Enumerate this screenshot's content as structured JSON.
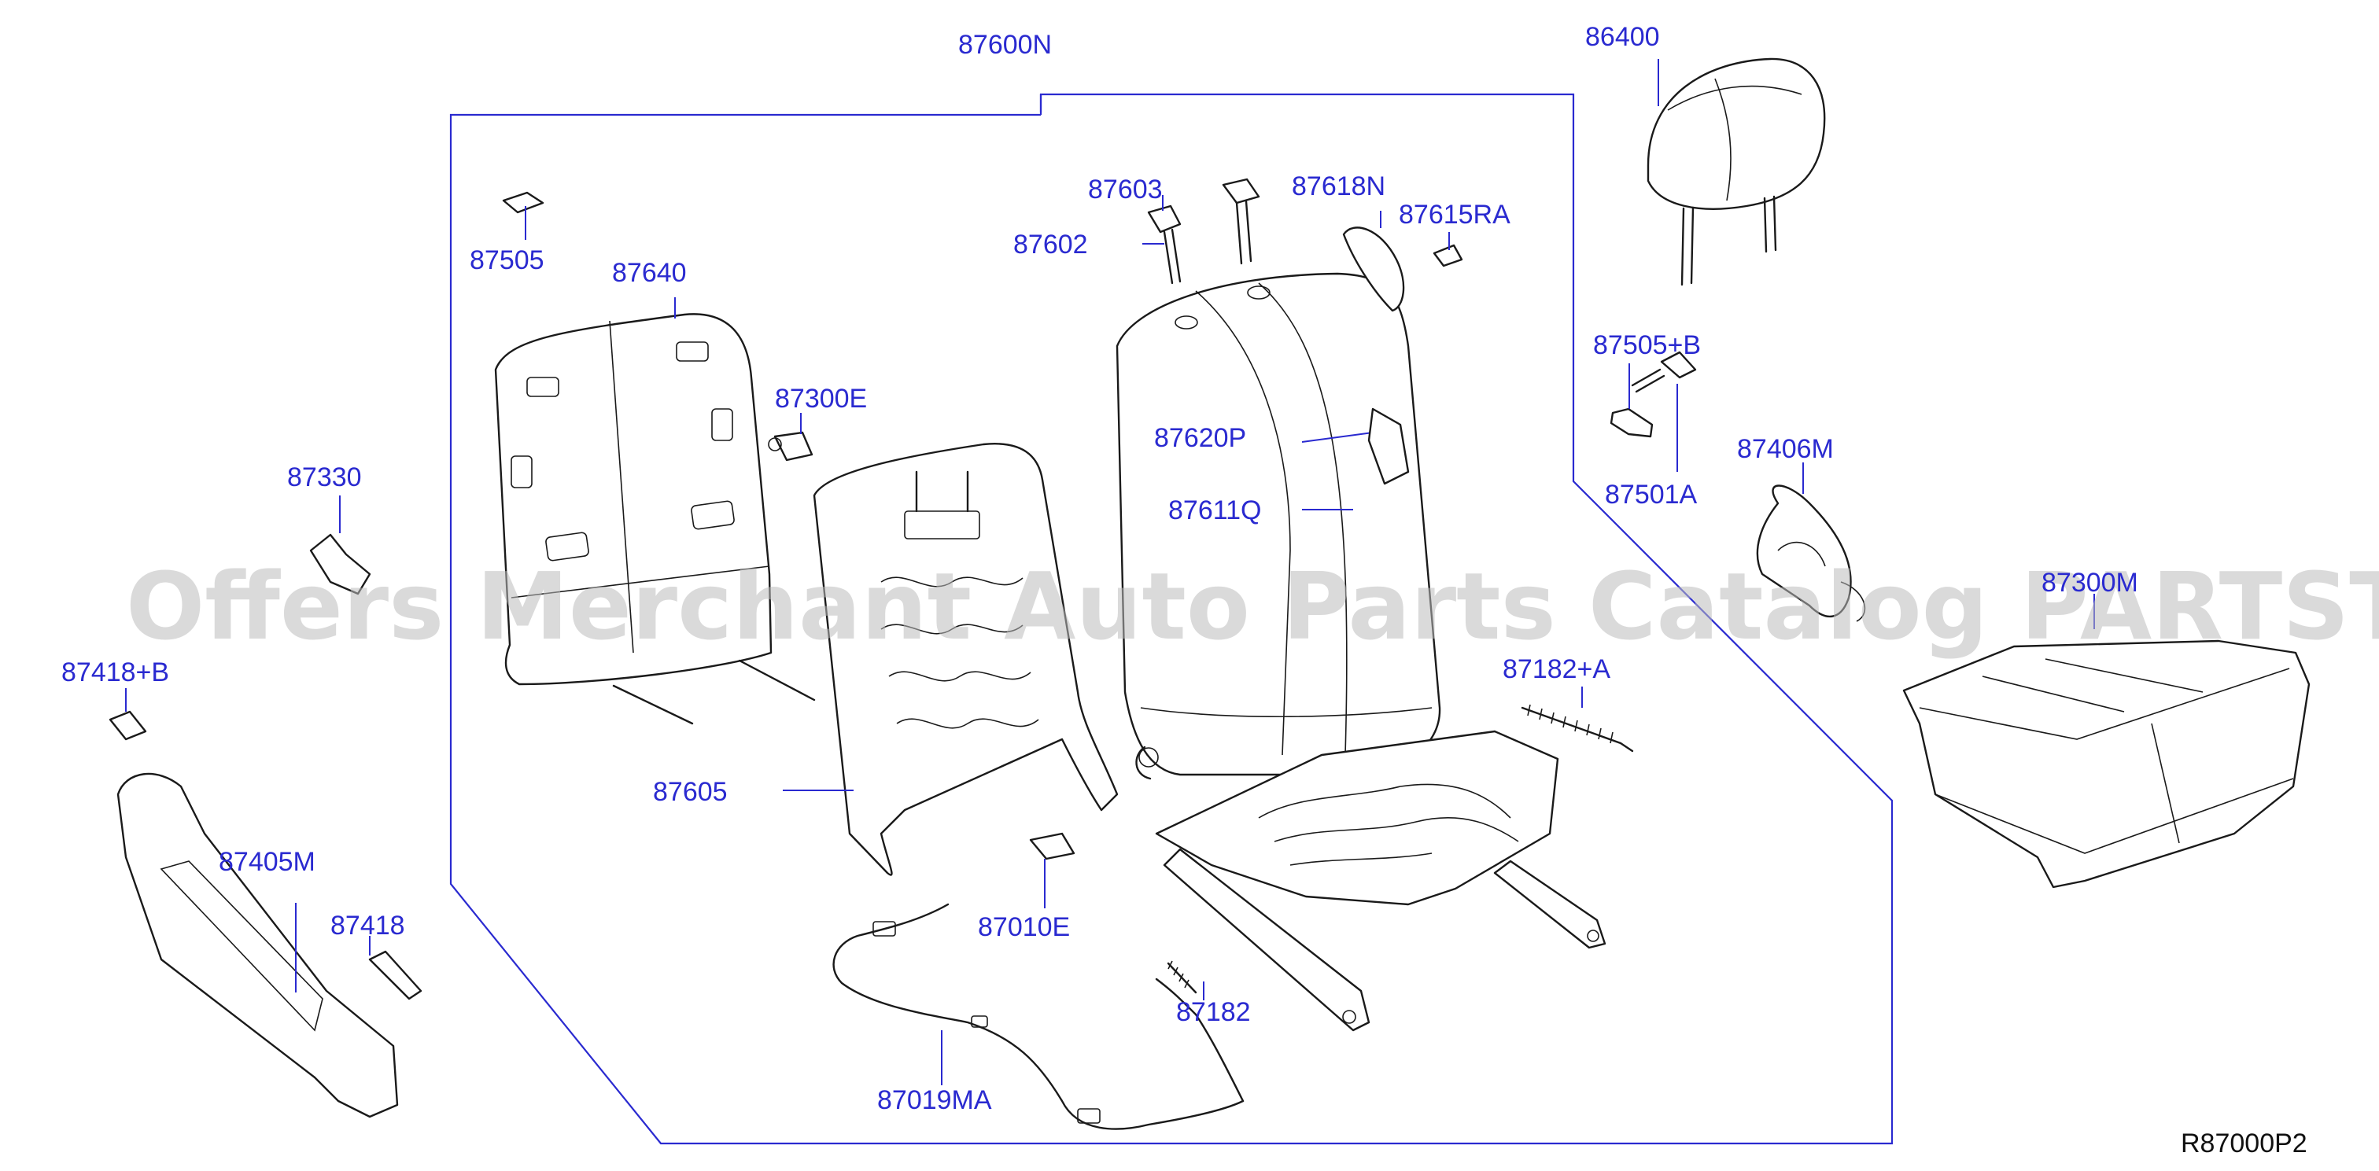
{
  "diagram": {
    "reference_code": "R87000P2",
    "watermark_text": "Offers Merchant Auto Parts Catalog PARTSTORE.SA",
    "label_color": "#2a2ad0",
    "line_color": "#1a1a1a",
    "labels": {
      "p87600N": "87600N",
      "p86400": "86400",
      "p87603": "87603",
      "p87618N": "87618N",
      "p87615RA": "87615RA",
      "p87602": "87602",
      "p87505": "87505",
      "p87640": "87640",
      "p87505B": "87505+B",
      "p87300E": "87300E",
      "p87620P": "87620P",
      "p87406M": "87406M",
      "p87501A": "87501A",
      "p87330": "87330",
      "p87611Q": "87611Q",
      "p87300M": "87300M",
      "p87418B": "87418+B",
      "p87182A": "87182+A",
      "p87605": "87605",
      "p87405M": "87405M",
      "p87010E": "87010E",
      "p87418": "87418",
      "p87182": "87182",
      "p87019MA": "87019MA"
    }
  }
}
